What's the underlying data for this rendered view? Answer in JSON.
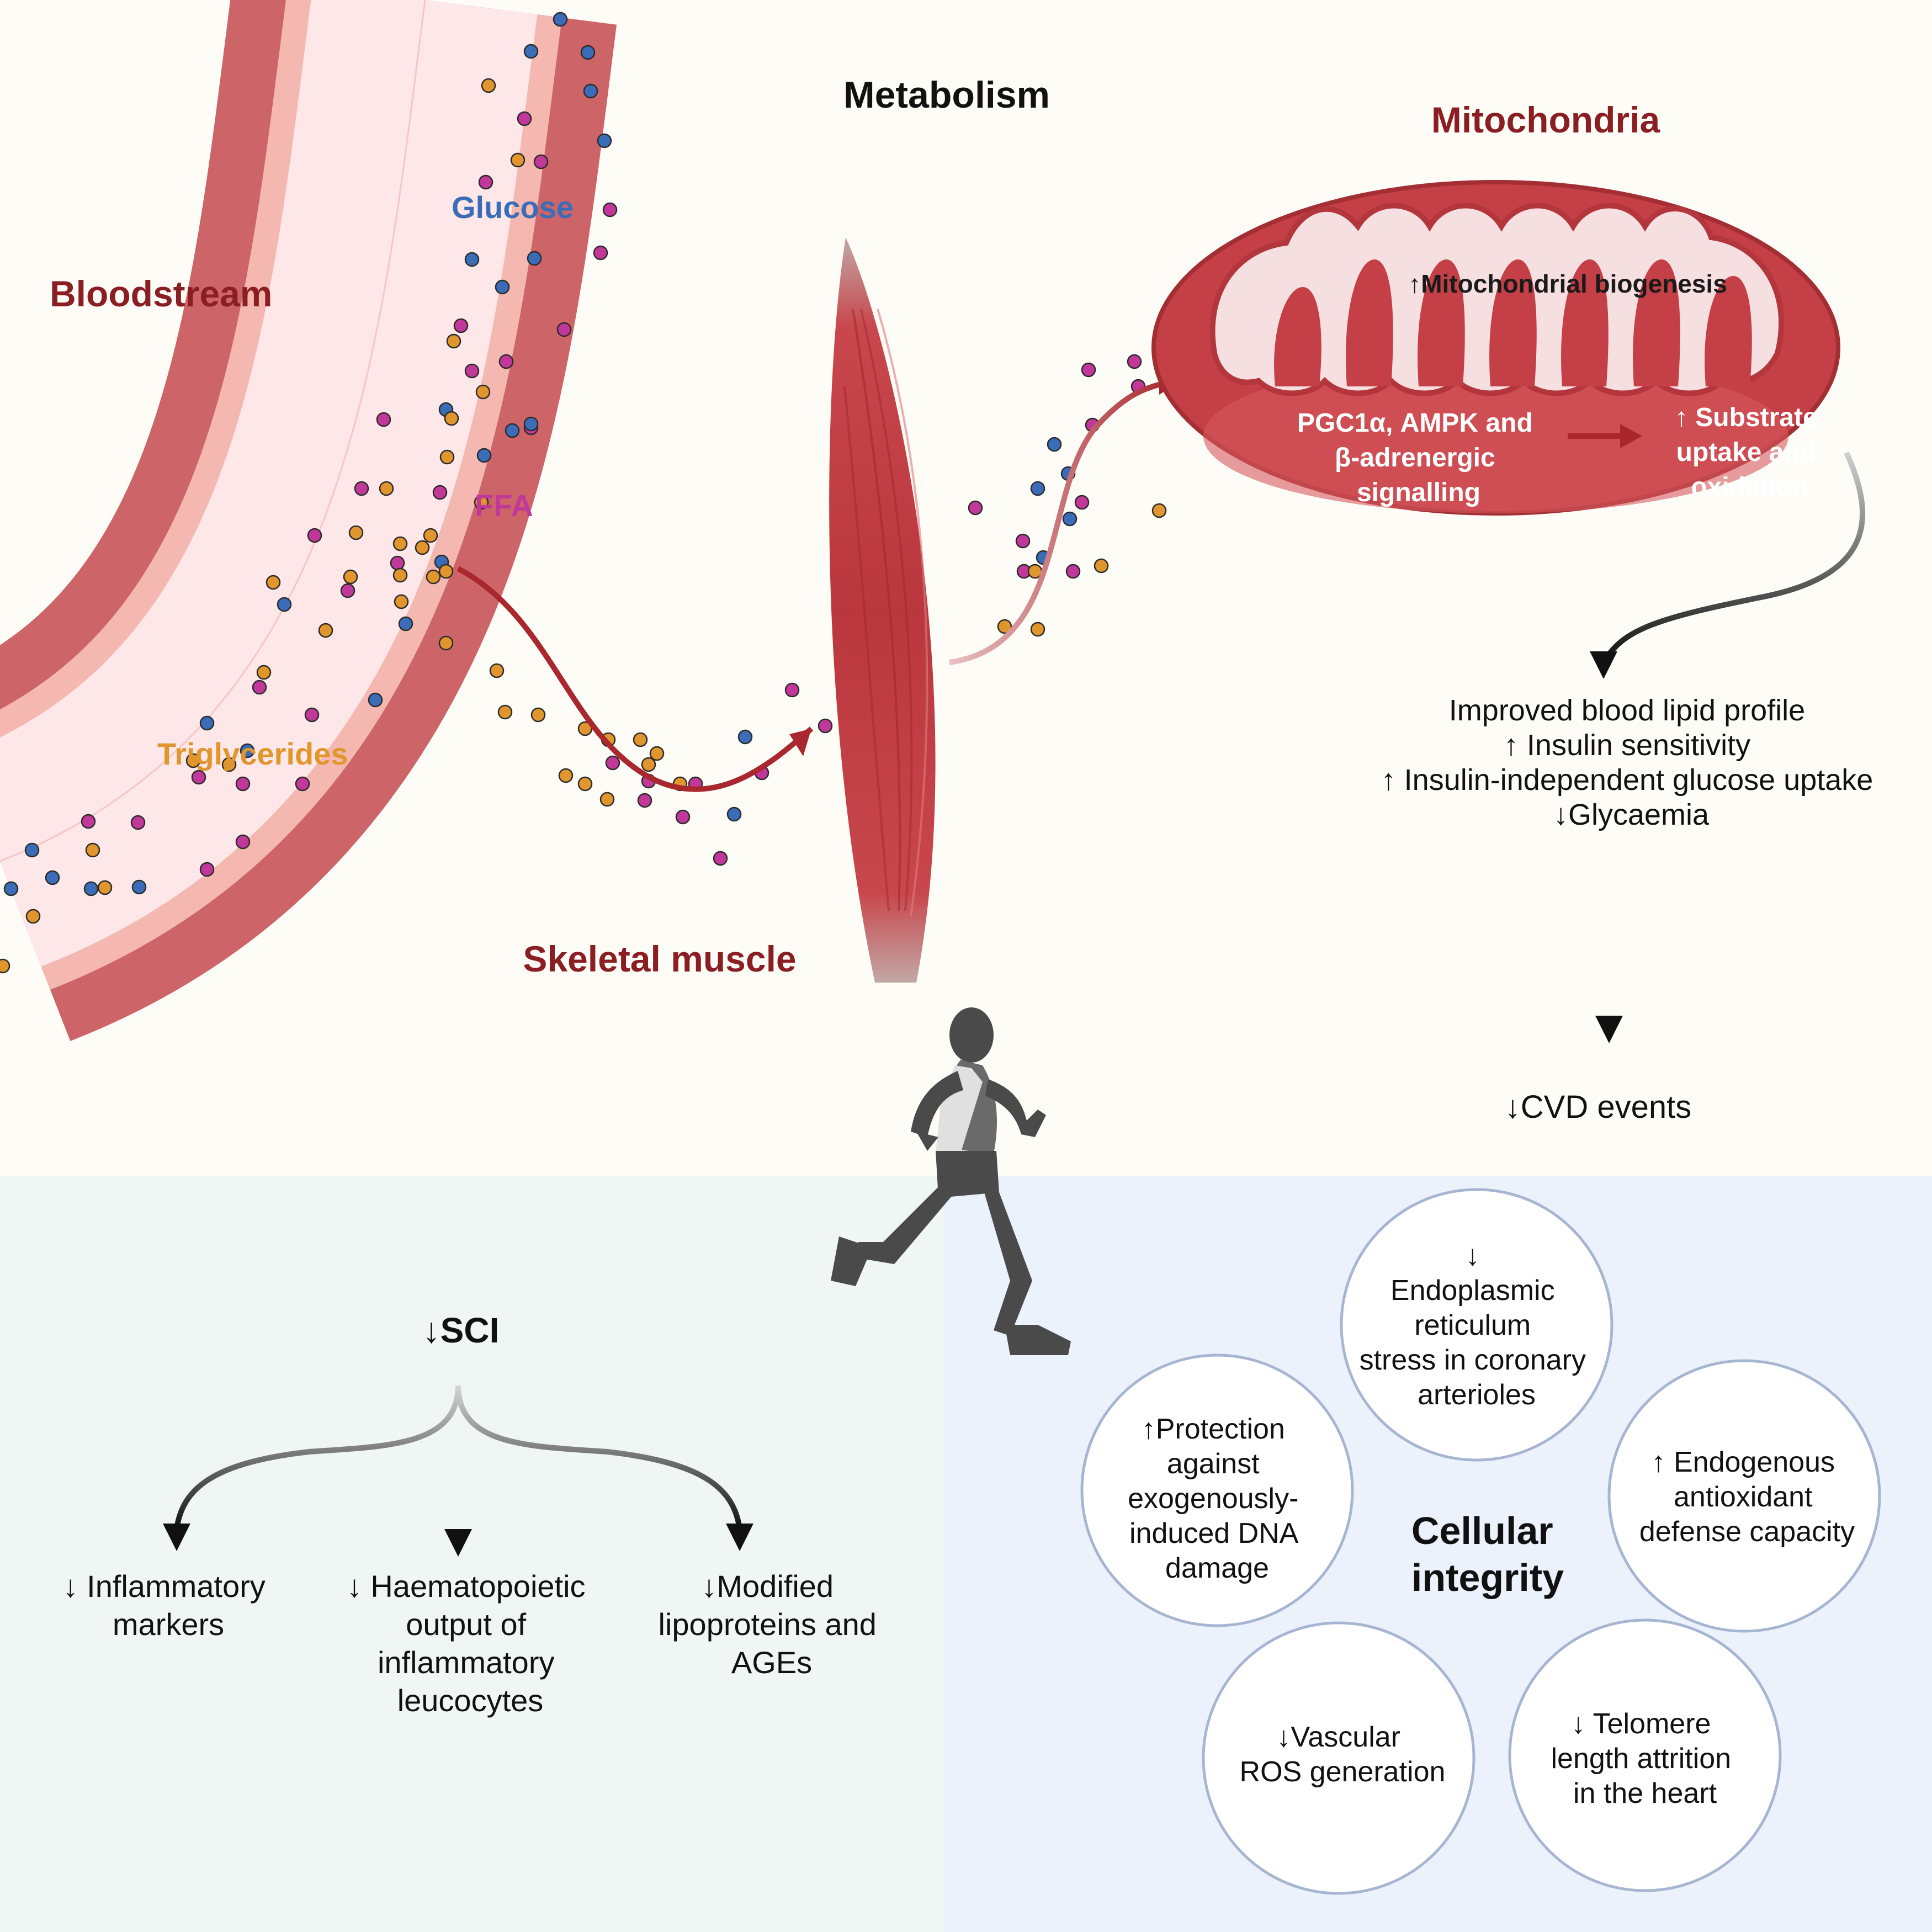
{
  "metabolism": {
    "heading": "Metabolism",
    "bloodstream_label": "Bloodstream",
    "glucose_label": "Glucose",
    "ffa_label": "FFA",
    "triglycerides_label": "Triglycerides",
    "skeletal_muscle_label": "Skeletal muscle",
    "mitochondria_label": "Mitochondria",
    "biogenesis_label": "↑Mitochondrial biogenesis",
    "signalling_lines": [
      "PGC1α, AMPK and",
      "β-adrenergic",
      "signalling"
    ],
    "substrate_lines": [
      "↑ Substrate",
      "uptake and",
      "oxidation"
    ]
  },
  "outcomes": {
    "lines": [
      "Improved blood lipid profile",
      "↑ Insulin sensitivity",
      "↑ Insulin-independent glucose uptake",
      "↓Glycaemia"
    ],
    "cvd_label": "↓CVD events"
  },
  "sci": {
    "heading": "↓SCI",
    "effects": [
      [
        "↓ Inflammatory",
        "markers"
      ],
      [
        "↓ Haematopoietic",
        "output of",
        "inflammatory",
        "leucocytes"
      ],
      [
        "↓Modified",
        "lipoproteins and",
        "AGEs"
      ]
    ]
  },
  "cellular_integrity": {
    "heading_lines": [
      "Cellular",
      "integrity"
    ],
    "circles": [
      [
        "↓",
        "Endoplasmic",
        "reticulum",
        "stress in coronary",
        "arterioles"
      ],
      [
        "↑Protection",
        "against",
        "exogenously-",
        "induced DNA",
        "damage"
      ],
      [
        "↑ Endogenous",
        "antioxidant",
        "defense capacity"
      ],
      [
        "↓Vascular",
        "ROS generation"
      ],
      [
        "↓ Telomere",
        "length attrition",
        "in the heart"
      ]
    ]
  },
  "colors": {
    "background_top": "#fdfcf7",
    "panel_left": "#eff6f3",
    "panel_right": "#ecf2fb",
    "vessel_outer": "#cc6468",
    "vessel_band": "#f4b8b1",
    "vessel_lumen": "#fde7e8",
    "dark_red_text": "#8b1e22",
    "glucose_blue": "#3a6cb8",
    "ffa_magenta": "#c2389a",
    "triglyceride_orange": "#e0962c",
    "circle_border": "#a6b6d2",
    "runner_gray": "#4a4a4a"
  },
  "icons": [
    "blood-vessel-icon",
    "skeletal-muscle-icon",
    "mitochondrion-icon",
    "runner-icon"
  ]
}
